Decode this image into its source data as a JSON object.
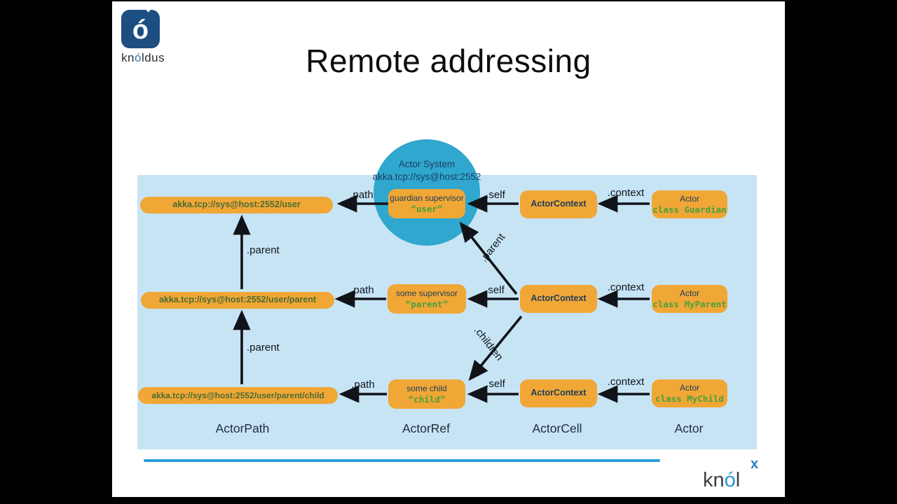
{
  "slide": {
    "title": "Remote addressing"
  },
  "logo_top": {
    "glyph": "ó",
    "brand_kn": "kn",
    "brand_o": "ó",
    "brand_rest": "ldus"
  },
  "diagram": {
    "system": {
      "line1": "Actor System",
      "line2": "akka.tcp://sys@host:2552"
    },
    "edge_labels": {
      "path": ".path",
      "self": ".self",
      "context": ".context",
      "parent": ".parent",
      "children": ".children"
    },
    "rows": [
      {
        "path": "akka.tcp://sys@host:2552/user",
        "ref_title": "guardian supervisor",
        "ref_name": "“user”",
        "cell": "ActorContext",
        "actor_title": "Actor",
        "actor_class": "class Guardian"
      },
      {
        "path": "akka.tcp://sys@host:2552/user/parent",
        "ref_title": "some supervisor",
        "ref_name": "“parent”",
        "cell": "ActorContext",
        "actor_title": "Actor",
        "actor_class": "class MyParent"
      },
      {
        "path": "akka.tcp://sys@host:2552/user/parent/child",
        "ref_title": "some child",
        "ref_name": "“child”",
        "cell": "ActorContext",
        "actor_title": "Actor",
        "actor_class": "class MyChild"
      }
    ],
    "columns": [
      "ActorPath",
      "ActorRef",
      "ActorCell",
      "Actor"
    ]
  },
  "footer": {
    "brand_kn": "kn",
    "brand_o": "ó",
    "brand_l": "l",
    "brand_x": "x"
  },
  "colors": {
    "diagram_bg": "#c7e4f5",
    "circle": "#2fa7ce",
    "box_orange": "#f0a736",
    "navy_text": "#1e3c5a",
    "code_green": "#4aa03c",
    "footer_line_blue": "#2b9cd8",
    "logo_blue": "#1d4e82"
  }
}
